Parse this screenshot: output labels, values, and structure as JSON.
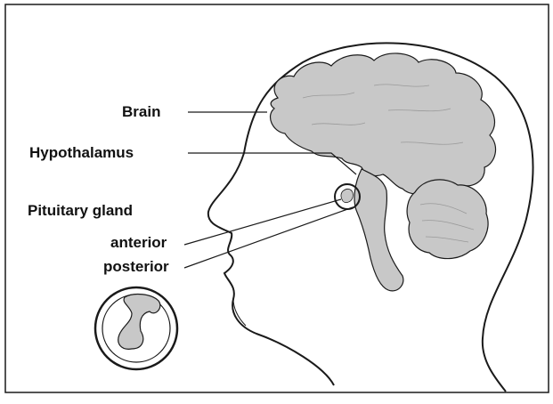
{
  "labels": {
    "brain": "Brain",
    "hypothalamus": "Hypothalamus",
    "pituitary_gland": "Pituitary gland",
    "anterior": "anterior",
    "posterior": "posterior"
  },
  "colors": {
    "tissue_fill": "#c8c8c8",
    "outline": "#1a1a1a",
    "background": "#ffffff"
  }
}
